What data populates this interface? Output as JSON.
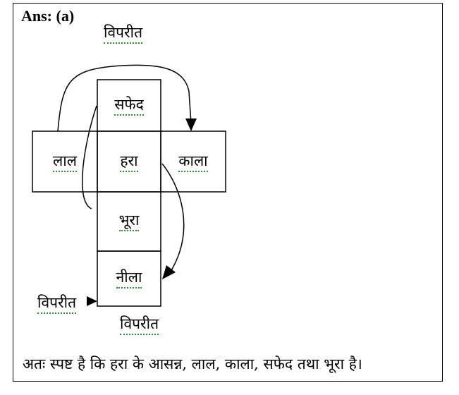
{
  "answer_label": "Ans: (a)",
  "opposite_labels": {
    "top": "विपरीत",
    "left": "विपरीत",
    "bottom": "विपरीत"
  },
  "faces": {
    "top": "सफेद",
    "left": "लाल",
    "center": "हरा",
    "right": "काला",
    "below_center": "भूरा",
    "bottom": "नीला"
  },
  "conclusion": "अतः स्पष्ट है कि हरा के आसन्न, लाल, काला, सफेद तथा भूरा है।"
}
